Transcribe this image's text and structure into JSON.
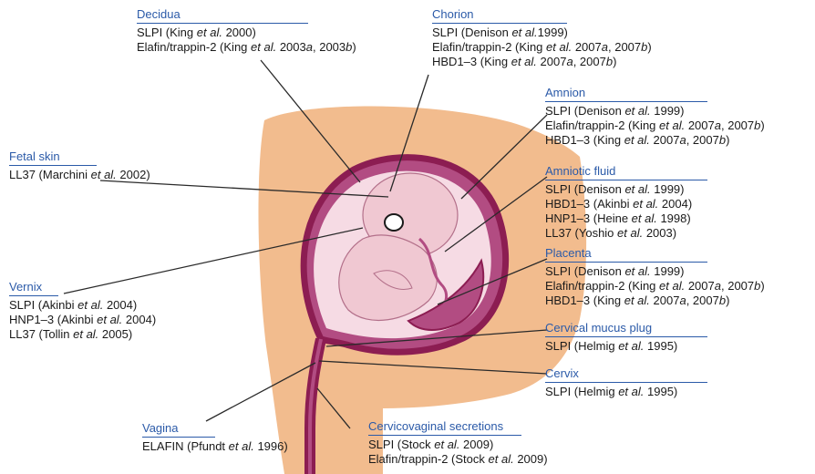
{
  "colors": {
    "skin": "#f2bc8e",
    "uterine_wall": "#8c1d52",
    "uterine_inner": "#b24c82",
    "amniotic": "#f6dbe4",
    "fetus": "#f0c8d2",
    "fetus_outline": "#b3708a",
    "heading": "#2b5aa8",
    "text": "#1a1a1a"
  },
  "labels": [
    {
      "key": "decidua",
      "heading": "Decidua",
      "lines": [
        {
          "pre": "SLPI (King ",
          "it": "et al.",
          "post": " 2000)"
        },
        {
          "pre": "Elafin/trappin-2 (King ",
          "it": "et al.",
          "post": " 2003",
          "it2": "a",
          "post2": ", 2003",
          "it3": "b",
          "post3": ")"
        }
      ]
    },
    {
      "key": "chorion",
      "heading": "Chorion",
      "lines": [
        {
          "pre": "SLPI (Denison ",
          "it": "et al.",
          "post": "1999)"
        },
        {
          "pre": "Elafin/trappin-2 (King ",
          "it": "et al.",
          "post": " 2007",
          "it2": "a",
          "post2": ", 2007",
          "it3": "b",
          "post3": ")"
        },
        {
          "pre": "HBD1–3 (King ",
          "it": "et al.",
          "post": " 2007",
          "it2": "a",
          "post2": ", 2007",
          "it3": "b",
          "post3": ")"
        }
      ]
    },
    {
      "key": "amnion",
      "heading": "Amnion",
      "lines": [
        {
          "pre": "SLPI (Denison ",
          "it": "et al.",
          "post": " 1999)"
        },
        {
          "pre": "Elafin/trappin-2 (King ",
          "it": "et al.",
          "post": " 2007",
          "it2": "a",
          "post2": ", 2007",
          "it3": "b",
          "post3": ")"
        },
        {
          "pre": "HBD1–3 (King ",
          "it": "et al.",
          "post": " 2007",
          "it2": "a",
          "post2": ", 2007",
          "it3": "b",
          "post3": ")"
        }
      ]
    },
    {
      "key": "fetal-skin",
      "heading": "Fetal skin",
      "lines": [
        {
          "pre": "LL37 (Marchini ",
          "it": "et al.",
          "post": " 2002)"
        }
      ]
    },
    {
      "key": "amniotic-fluid",
      "heading": "Amniotic fluid",
      "lines": [
        {
          "pre": "SLPI (Denison ",
          "it": "et al.",
          "post": " 1999)"
        },
        {
          "pre": "HBD1–3 (Akinbi ",
          "it": "et al.",
          "post": " 2004)"
        },
        {
          "pre": "HNP1–3 (Heine ",
          "it": "et al.",
          "post": " 1998)"
        },
        {
          "pre": "LL37 (Yoshio ",
          "it": "et al.",
          "post": " 2003)"
        }
      ]
    },
    {
      "key": "placenta",
      "heading": "Placenta",
      "lines": [
        {
          "pre": "SLPI (Denison ",
          "it": "et al.",
          "post": " 1999)"
        },
        {
          "pre": "Elafin/trappin-2 (King ",
          "it": "et al.",
          "post": " 2007",
          "it2": "a",
          "post2": ", 2007",
          "it3": "b",
          "post3": ")"
        },
        {
          "pre": "HBD1–3 (King ",
          "it": "et al.",
          "post": " 2007",
          "it2": "a",
          "post2": ", 2007",
          "it3": "b",
          "post3": ")"
        }
      ]
    },
    {
      "key": "vernix",
      "heading": "Vernix",
      "lines": [
        {
          "pre": "SLPI (Akinbi ",
          "it": "et al.",
          "post": " 2004)"
        },
        {
          "pre": "HNP1–3 (Akinbi ",
          "it": "et al.",
          "post": " 2004)"
        },
        {
          "pre": "LL37 (Tollin ",
          "it": "et al.",
          "post": " 2005)"
        }
      ]
    },
    {
      "key": "cervical-mucus-plug",
      "heading": "Cervical mucus plug",
      "lines": [
        {
          "pre": "SLPI (Helmig ",
          "it": "et al.",
          "post": " 1995)"
        }
      ]
    },
    {
      "key": "cervix",
      "heading": "Cervix",
      "lines": [
        {
          "pre": "SLPI (Helmig ",
          "it": "et al.",
          "post": " 1995)"
        }
      ]
    },
    {
      "key": "vagina",
      "heading": "Vagina",
      "lines": [
        {
          "pre": "ELAFIN (Pfundt ",
          "it": "et al.",
          "post": " 1996)"
        }
      ]
    },
    {
      "key": "cervicovaginal-secretions",
      "heading": "Cervicovaginal secretions",
      "lines": [
        {
          "pre": "SLPI (Stock ",
          "it": "et al.",
          "post": " 2009)"
        },
        {
          "pre": "Elafin/trappin-2 (Stock ",
          "it": "et al.",
          "post": " 2009)"
        }
      ]
    }
  ]
}
